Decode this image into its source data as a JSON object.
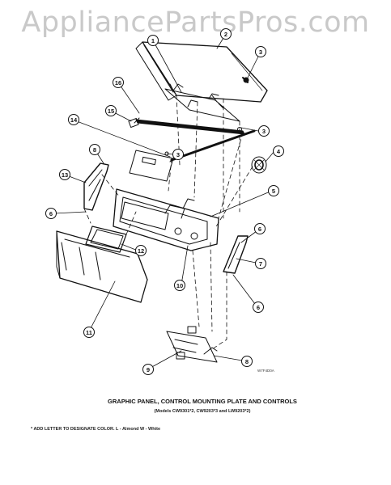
{
  "watermark": "AppliancePartsPros.com",
  "caption": {
    "title": "GRAPHIC PANEL, CONTROL MOUNTING PLATE AND CONTROLS",
    "models": "(Models CW9301*2, CW9203*3 and LW9203*2)",
    "note": "* ADD LETTER TO DESIGNATE COLOR.  L - Almond  W - White",
    "drawing_code": "W7F4D0A"
  },
  "callouts": [
    {
      "id": "c1",
      "label": "1"
    },
    {
      "id": "c2",
      "label": "2"
    },
    {
      "id": "c3a",
      "label": "3"
    },
    {
      "id": "c16",
      "label": "16"
    },
    {
      "id": "c15",
      "label": "15"
    },
    {
      "id": "c3b",
      "label": "3"
    },
    {
      "id": "c14",
      "label": "14"
    },
    {
      "id": "c3c",
      "label": "3"
    },
    {
      "id": "c4",
      "label": "4"
    },
    {
      "id": "c8a",
      "label": "8"
    },
    {
      "id": "c13",
      "label": "13"
    },
    {
      "id": "c5",
      "label": "5"
    },
    {
      "id": "c6a",
      "label": "6"
    },
    {
      "id": "c6b",
      "label": "6"
    },
    {
      "id": "c12",
      "label": "12"
    },
    {
      "id": "c7",
      "label": "7"
    },
    {
      "id": "c10",
      "label": "10"
    },
    {
      "id": "c6c",
      "label": "6"
    },
    {
      "id": "c11",
      "label": "11"
    },
    {
      "id": "c9",
      "label": "9"
    },
    {
      "id": "c8b",
      "label": "8"
    }
  ]
}
